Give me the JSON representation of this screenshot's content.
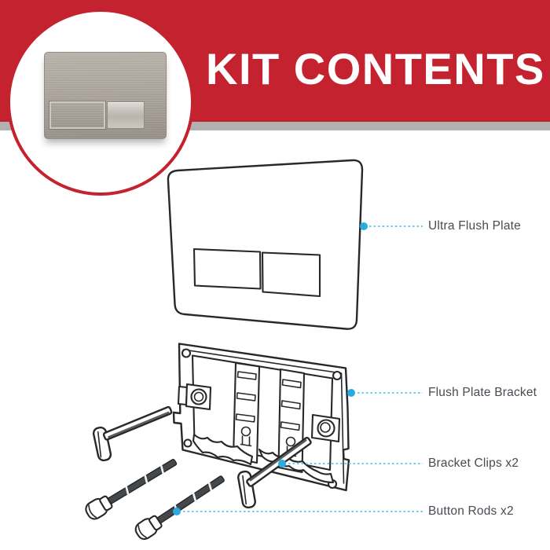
{
  "header": {
    "title": "KIT CONTENTS"
  },
  "badge": {
    "image_name": "flush-plate-product-photo"
  },
  "parts": [
    {
      "label": "Ultra Flush Plate",
      "drawing": "flush-plate-drawing"
    },
    {
      "label": "Flush Plate Bracket",
      "drawing": "bracket-drawing"
    },
    {
      "label": "Bracket Clips x2",
      "drawing": "bracket-clip-drawing"
    },
    {
      "label": "Button Rods x2",
      "drawing": "button-rod-drawing"
    }
  ],
  "colors": {
    "banner_red": "#c4222f",
    "strip_gray": "#b1b1b2",
    "leader_dot": "#29abe2",
    "leader_line": "#6fccf0",
    "label_text": "#474b52",
    "line_art": "#26282a"
  }
}
